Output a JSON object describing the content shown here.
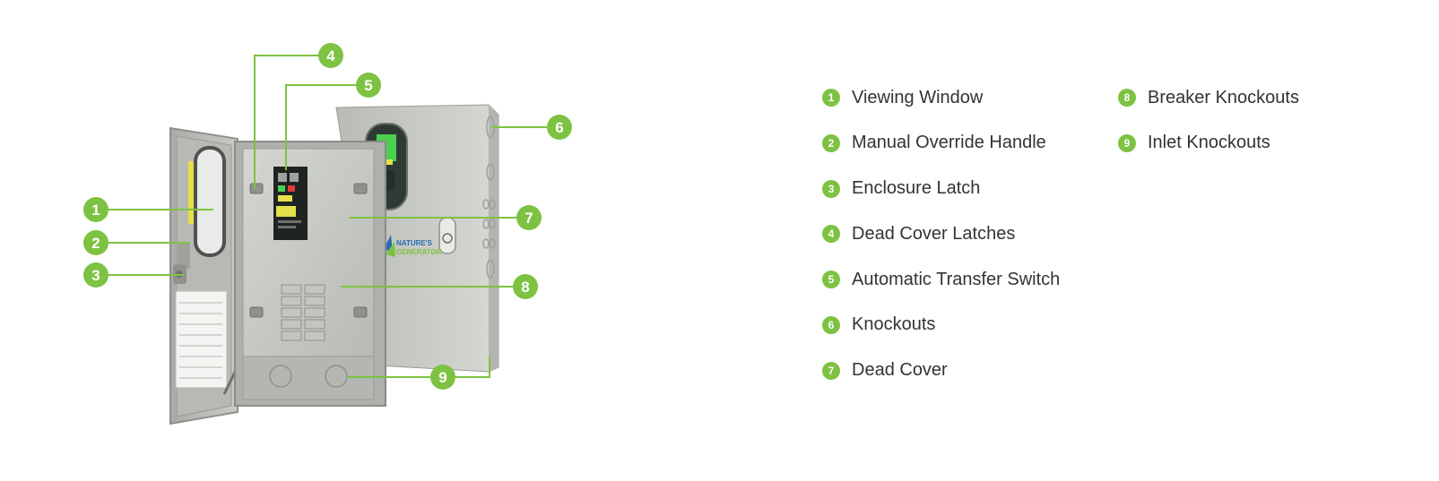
{
  "brand": {
    "line1": "NATURE'S",
    "line2": "GENERATOR"
  },
  "colors": {
    "accent": "#7dc242",
    "text": "#333333",
    "enclosure": "#c9cbc6"
  },
  "legend": {
    "column1": [
      {
        "number": "1",
        "label": "Viewing Window"
      },
      {
        "number": "2",
        "label": "Manual Override Handle"
      },
      {
        "number": "3",
        "label": "Enclosure Latch"
      },
      {
        "number": "4",
        "label": "Dead Cover Latches"
      },
      {
        "number": "5",
        "label": "Automatic Transfer Switch"
      },
      {
        "number": "6",
        "label": "Knockouts"
      },
      {
        "number": "7",
        "label": "Dead Cover"
      }
    ],
    "column2": [
      {
        "number": "8",
        "label": "Breaker Knockouts"
      },
      {
        "number": "9",
        "label": "Inlet Knockouts"
      }
    ]
  },
  "callouts": [
    "1",
    "2",
    "3",
    "4",
    "5",
    "6",
    "7",
    "8",
    "9"
  ]
}
